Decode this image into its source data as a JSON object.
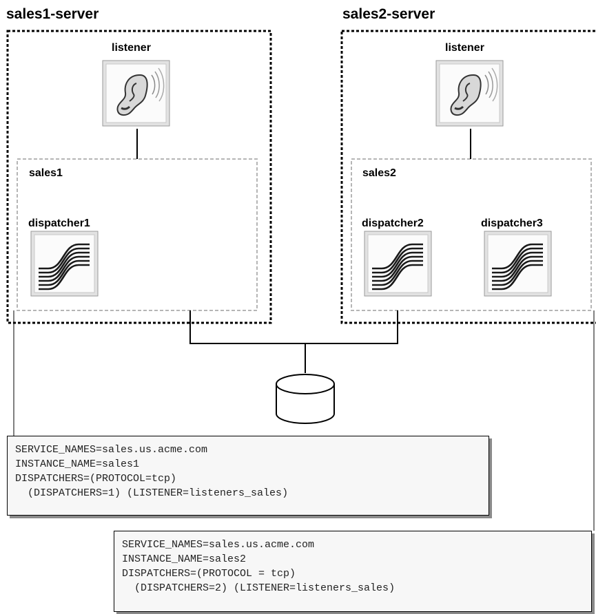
{
  "servers": [
    {
      "title": "sales1-server",
      "listener_label": "listener",
      "instance": {
        "name": "sales1",
        "dispatchers": [
          "dispatcher1"
        ]
      }
    },
    {
      "title": "sales2-server",
      "listener_label": "listener",
      "instance": {
        "name": "sales2",
        "dispatchers": [
          "dispatcher2",
          "dispatcher3"
        ]
      }
    }
  ],
  "icons": {
    "listener": "ear-icon",
    "dispatcher": "wave-lines-icon",
    "database": "database-cylinder-icon"
  },
  "config_sales1": {
    "lines": [
      "SERVICE_NAMES=sales.us.acme.com",
      "INSTANCE_NAME=sales1",
      "DISPATCHERS=(PROTOCOL=tcp)",
      "  (DISPATCHERS=1) (LISTENER=listeners_sales)"
    ]
  },
  "config_sales2": {
    "lines": [
      "SERVICE_NAMES=sales.us.acme.com",
      "INSTANCE_NAME=sales2",
      "DISPATCHERS=(PROTOCOL = tcp)",
      "  (DISPATCHERS=2) (LISTENER=listeners_sales)"
    ]
  }
}
